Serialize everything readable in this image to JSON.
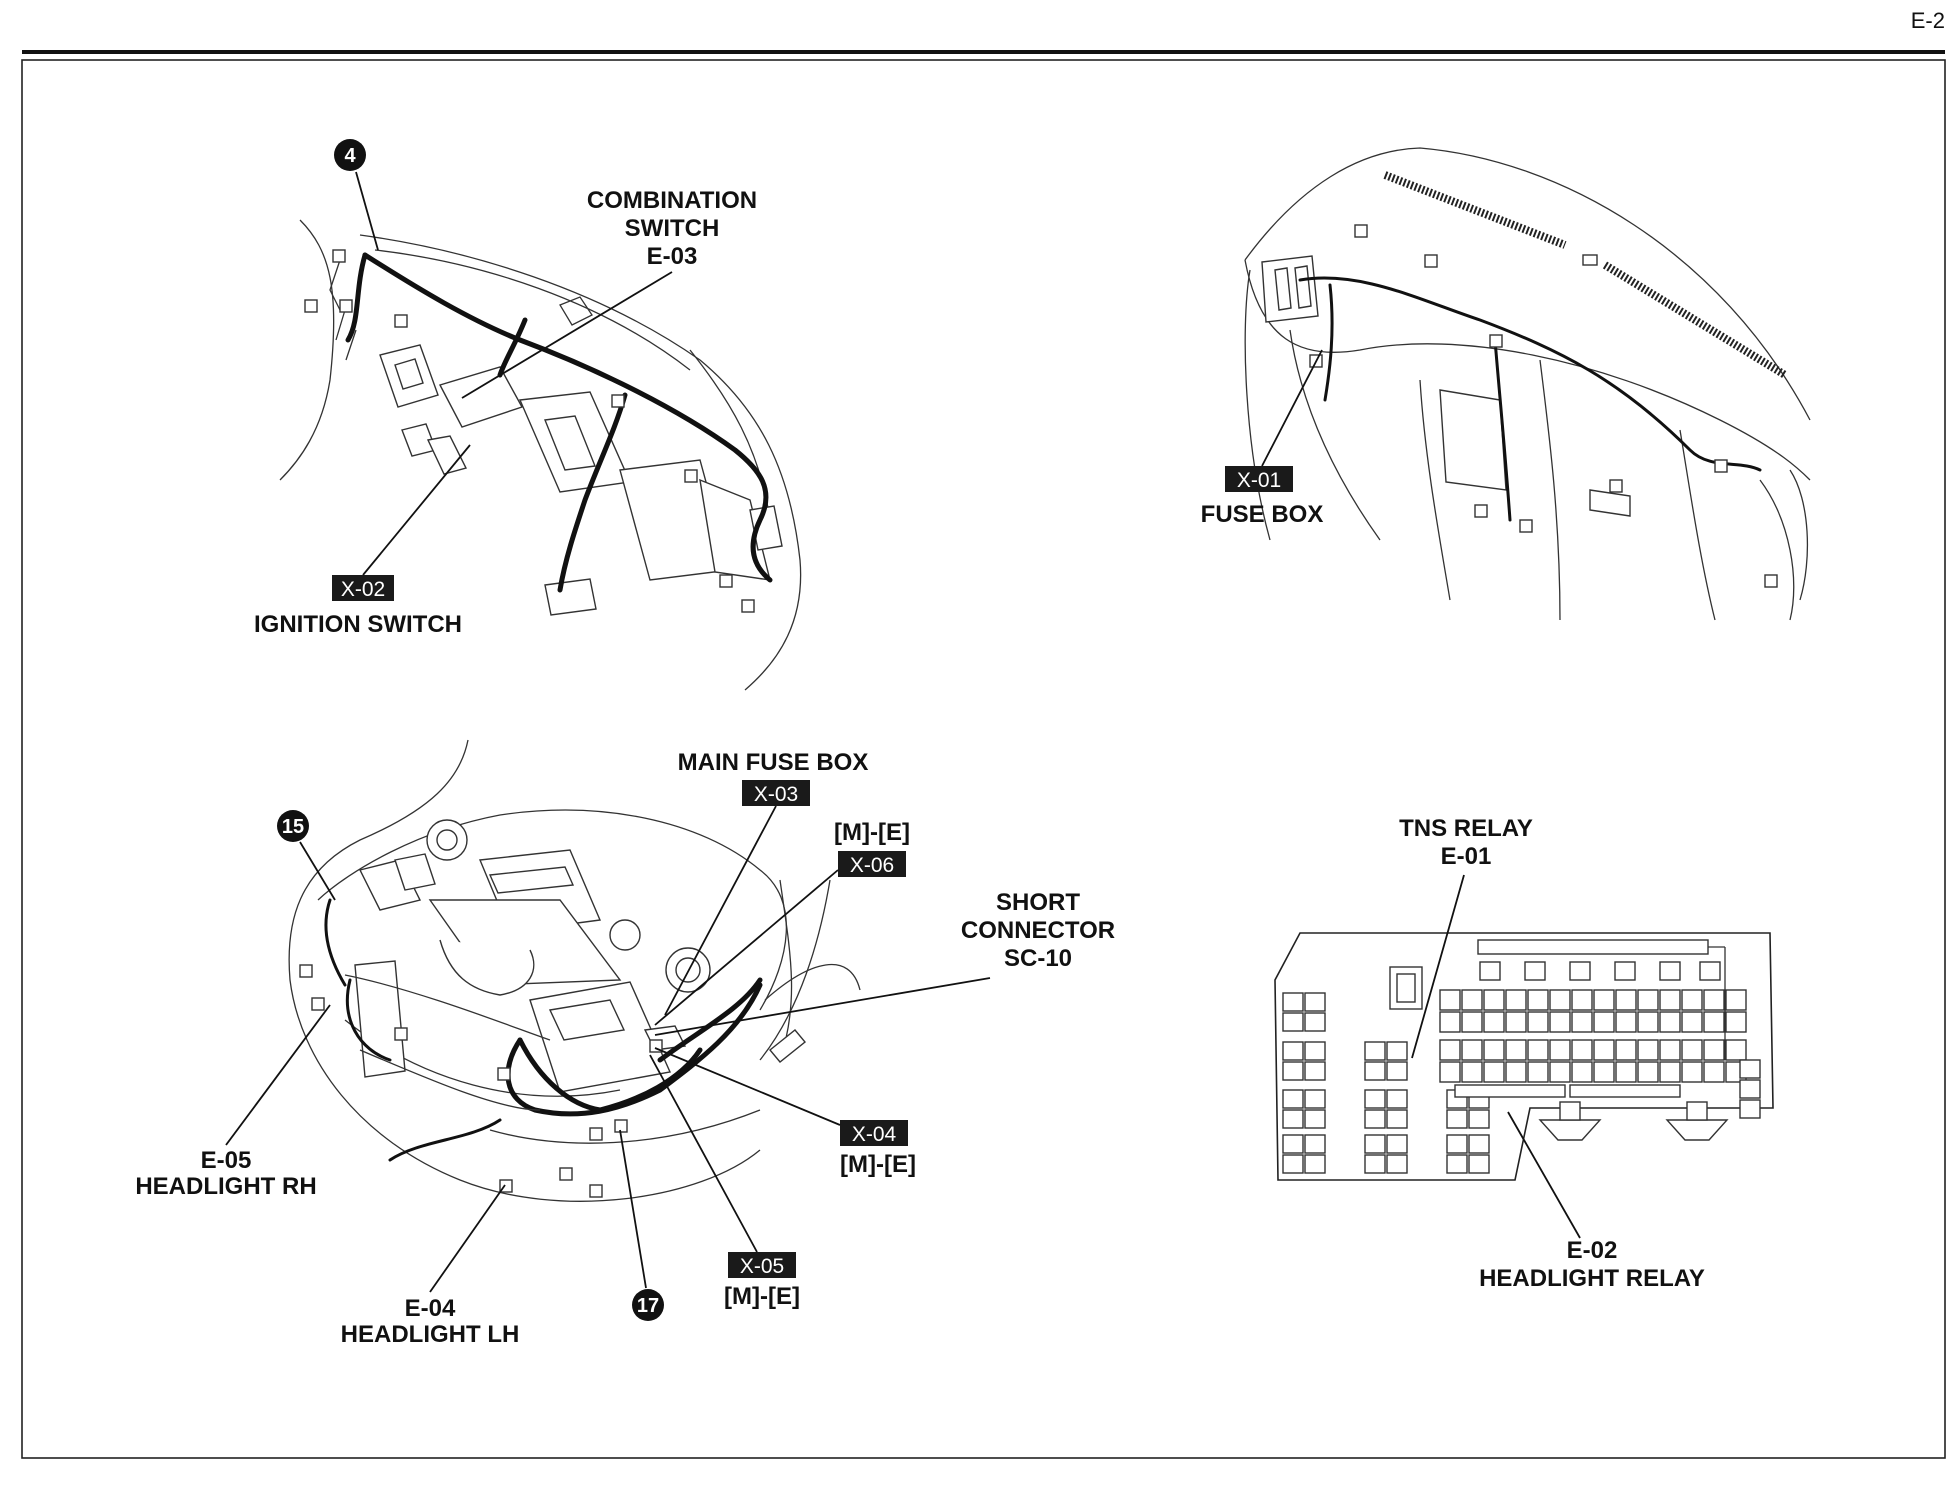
{
  "page_number": "E-2",
  "callouts": [
    "4",
    "15",
    "17"
  ],
  "labels": {
    "combination_switch": [
      "COMBINATION",
      "SWITCH",
      "E-03"
    ],
    "ignition_switch": "IGNITION SWITCH",
    "fuse_box": "FUSE BOX",
    "main_fuse_box": "MAIN FUSE BOX",
    "me_x06": "[M]-[E]",
    "short_connector": [
      "SHORT",
      "CONNECTOR",
      "SC-10"
    ],
    "me_x04": "[M]-[E]",
    "me_x05": "[M]-[E]",
    "headlight_rh": [
      "E-05",
      "HEADLIGHT RH"
    ],
    "headlight_lh": [
      "E-04",
      "HEADLIGHT LH"
    ],
    "tns_relay": [
      "TNS RELAY",
      "E-01"
    ],
    "headlight_relay": [
      "E-02",
      "HEADLIGHT RELAY"
    ]
  },
  "tags": {
    "x01": "X-01",
    "x02": "X-02",
    "x03": "X-03",
    "x04": "X-04",
    "x05": "X-05",
    "x06": "X-06"
  },
  "colors": {
    "ink": "#111111",
    "tag_fill": "#1a1a1a",
    "paper": "#ffffff"
  }
}
